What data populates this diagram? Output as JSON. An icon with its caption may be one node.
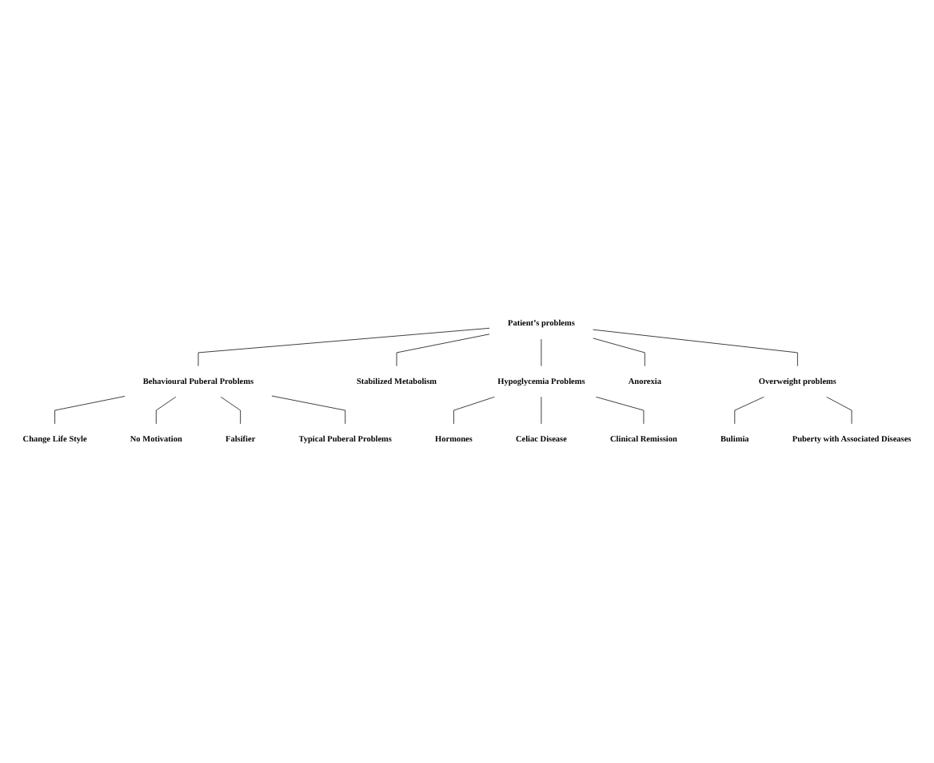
{
  "diagram": {
    "nodes": [
      {
        "text": [
          "Patient’s problems"
        ]
      },
      {
        "text": [
          "Behavioural Puberal Problems"
        ]
      },
      {
        "text": [
          "Stabilized Metabolism"
        ]
      },
      {
        "text": [
          "Hypoglycemia Problems"
        ]
      },
      {
        "text": [
          "Anorexia"
        ]
      },
      {
        "text": [
          "Overweight problems"
        ]
      },
      {
        "text": [
          "Change Life Style"
        ]
      },
      {
        "text": [
          "No Motivation"
        ]
      },
      {
        "text": [
          "Falsifier"
        ]
      },
      {
        "text": [
          "Typical Puberal Problems"
        ]
      },
      {
        "text": [
          "Hormones"
        ]
      },
      {
        "text": [
          "Celiac Disease"
        ]
      },
      {
        "text": [
          "Clinical Remission"
        ]
      },
      {
        "text": [
          "Bulimia"
        ]
      },
      {
        "text": [
          "Puberty with Associated Diseases"
        ]
      }
    ],
    "edges": [
      {
        "from": 0,
        "to": 1,
        "arrow": "none"
      },
      {
        "from": 0,
        "to": 2,
        "arrow": "none"
      },
      {
        "from": 0,
        "to": 3,
        "arrow": "none"
      },
      {
        "from": 0,
        "to": 4,
        "arrow": "none"
      },
      {
        "from": 0,
        "to": 5,
        "arrow": "none"
      },
      {
        "from": 1,
        "to": 6,
        "arrow": "none"
      },
      {
        "from": 1,
        "to": 7,
        "arrow": "none"
      },
      {
        "from": 1,
        "to": 8,
        "arrow": "none"
      },
      {
        "from": 1,
        "to": 9,
        "arrow": "none"
      },
      {
        "from": 3,
        "to": 10,
        "arrow": "none"
      },
      {
        "from": 3,
        "to": 11,
        "arrow": "none"
      },
      {
        "from": 3,
        "to": 12,
        "arrow": "none"
      },
      {
        "from": 5,
        "to": 13,
        "arrow": "none"
      },
      {
        "from": 5,
        "to": 14,
        "arrow": "none"
      }
    ]
  }
}
